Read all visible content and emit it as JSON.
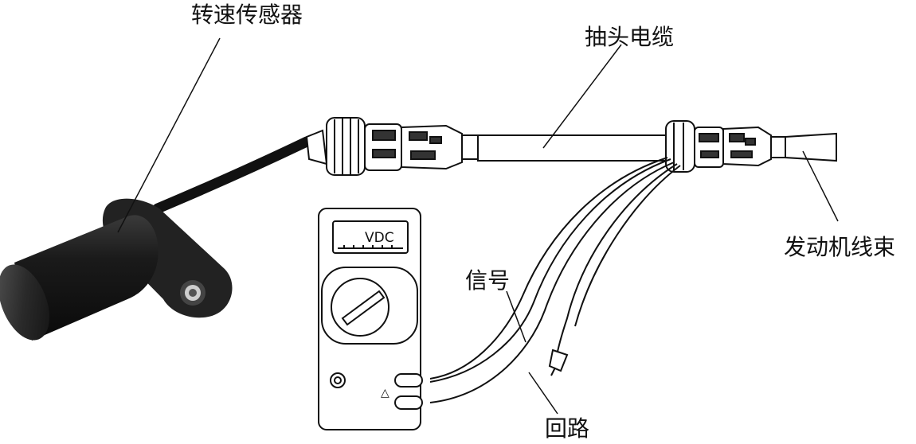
{
  "labels": {
    "speed_sensor": "转速传感器",
    "tap_cable": "抽头电缆",
    "engine_harness": "发动机线束",
    "signal": "信号",
    "return": "回路"
  },
  "multimeter": {
    "display_unit": "VDC",
    "ground_symbol": "△"
  },
  "colors": {
    "line": "#111111",
    "sensor_body": "#1b1b1b",
    "background": "#ffffff"
  }
}
